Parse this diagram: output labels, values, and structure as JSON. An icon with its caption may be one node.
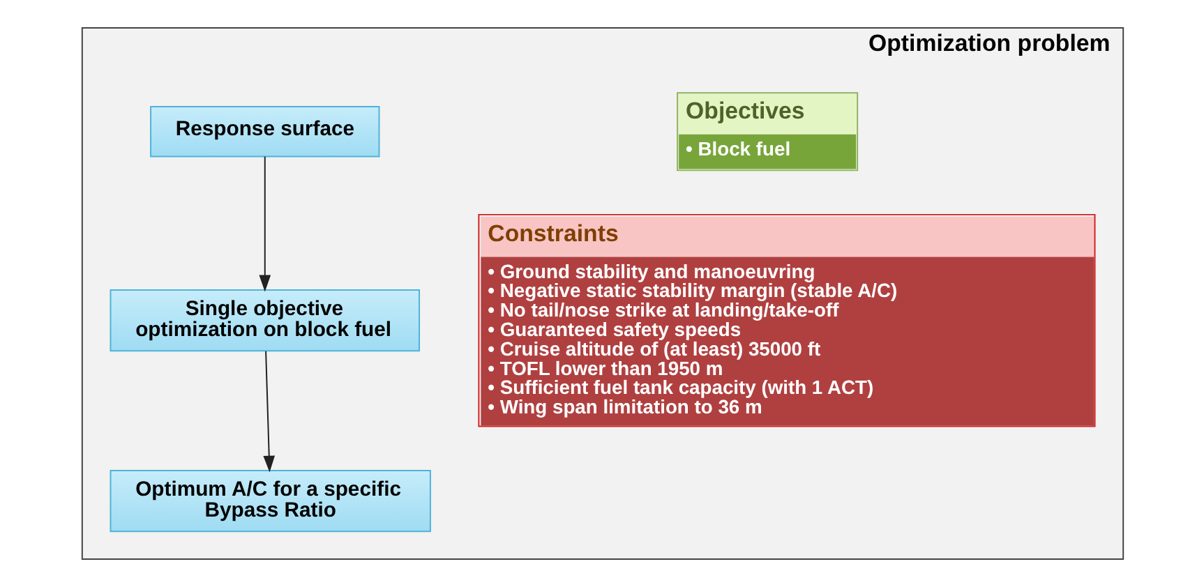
{
  "diagram": {
    "nodes": [
      {
        "text": [
          "Optimization problem"
        ]
      },
      {
        "text": [
          "Response surface"
        ],
        "in": 0
      },
      {
        "text": [
          "Single objective optimization on block fuel"
        ],
        "in": 0
      },
      {
        "text": [
          "Optimum A/C for a specific Bypass Ratio"
        ],
        "in": 0
      },
      {
        "text": [
          "Objectives",
          "• Block fuel"
        ],
        "in": 0
      },
      {
        "text": [
          "Constraints",
          "• Ground stability and manoeuvring",
          "• Negative static stability margin (stable A/C)",
          "• No tail/nose strike at landing/take-off",
          "• Guaranteed safety speeds",
          "• Cruise altitude of (at least) 35000 ft",
          "• TOFL lower than 1950 m",
          "• Sufficient fuel tank capacity (with 1 ACT)",
          "• Wing span limitation to 36 m"
        ],
        "in": 0
      }
    ],
    "edges": [
      {
        "from": 1,
        "to": 2,
        "arrow": "to"
      },
      {
        "from": 2,
        "to": 3,
        "arrow": "to"
      }
    ]
  }
}
